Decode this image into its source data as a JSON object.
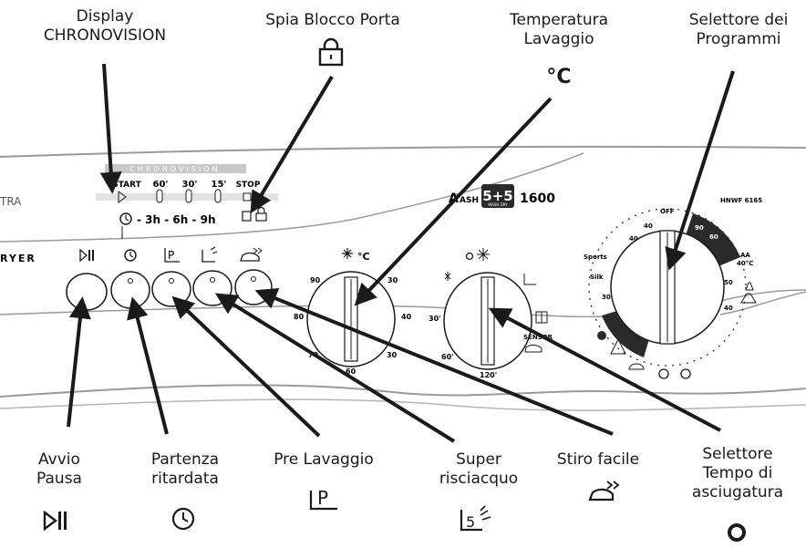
{
  "labels": {
    "display_line1": "Display",
    "display_line2": "CHRONOVISION",
    "spia_blocco_porta": "Spia Blocco Porta",
    "temperatura_line1": "Temperatura",
    "temperatura_line2": "Lavaggio",
    "temperatura_symbol": "°C",
    "selettore_programmi_line1": "Selettore dei",
    "selettore_programmi_line2": "Programmi",
    "avvio_line1": "Avvio",
    "avvio_line2": "Pausa",
    "partenza_line1": "Partenza",
    "partenza_line2": "ritardata",
    "pre_lavaggio": "Pre Lavaggio",
    "super_line1": "Super",
    "super_line2": "risciacquo",
    "stiro_facile": "Stiro facile",
    "selettore_tempo_line1": "Selettore",
    "selettore_tempo_line2": "Tempo di",
    "selettore_tempo_line3": "asciugatura"
  },
  "panel": {
    "chronovision": "CHRONOVISION",
    "brand_left": "TRA",
    "dryer": "RYER",
    "timer_marks": [
      "START",
      "60'",
      "30'",
      "15'",
      "STOP"
    ],
    "delay_marks": "- 3h - 6h - 9h",
    "model_prefix": "A",
    "model_sub": "ASH",
    "model_badge": "5+5",
    "model_badge_sub": "WASH DRY",
    "model_speed": "1600",
    "model_code": "HNWF 6165",
    "temp_unit": "°C",
    "temp_dial_marks": [
      "90",
      "30",
      "80",
      "40",
      "70",
      "30",
      "60"
    ],
    "dry_dial_marks": [
      "30'",
      "60'",
      "120'",
      "SENSOR"
    ],
    "program_dial_marks": [
      "OFF",
      "40",
      "60",
      "90",
      "AA",
      "40°C",
      "50",
      "40",
      "Silk",
      "Sports",
      "30",
      "40"
    ]
  },
  "icons": [
    "lock-icon",
    "start-pause-icon",
    "clock-icon",
    "prewash-icon",
    "super-rinse-icon",
    "easy-iron-icon",
    "circle-icon"
  ],
  "colors": {
    "ink": "#1a1a1a",
    "panel_line": "#9a9a9a",
    "display_bar": "#c8c8c8",
    "bubble": "#2a2a2a"
  }
}
